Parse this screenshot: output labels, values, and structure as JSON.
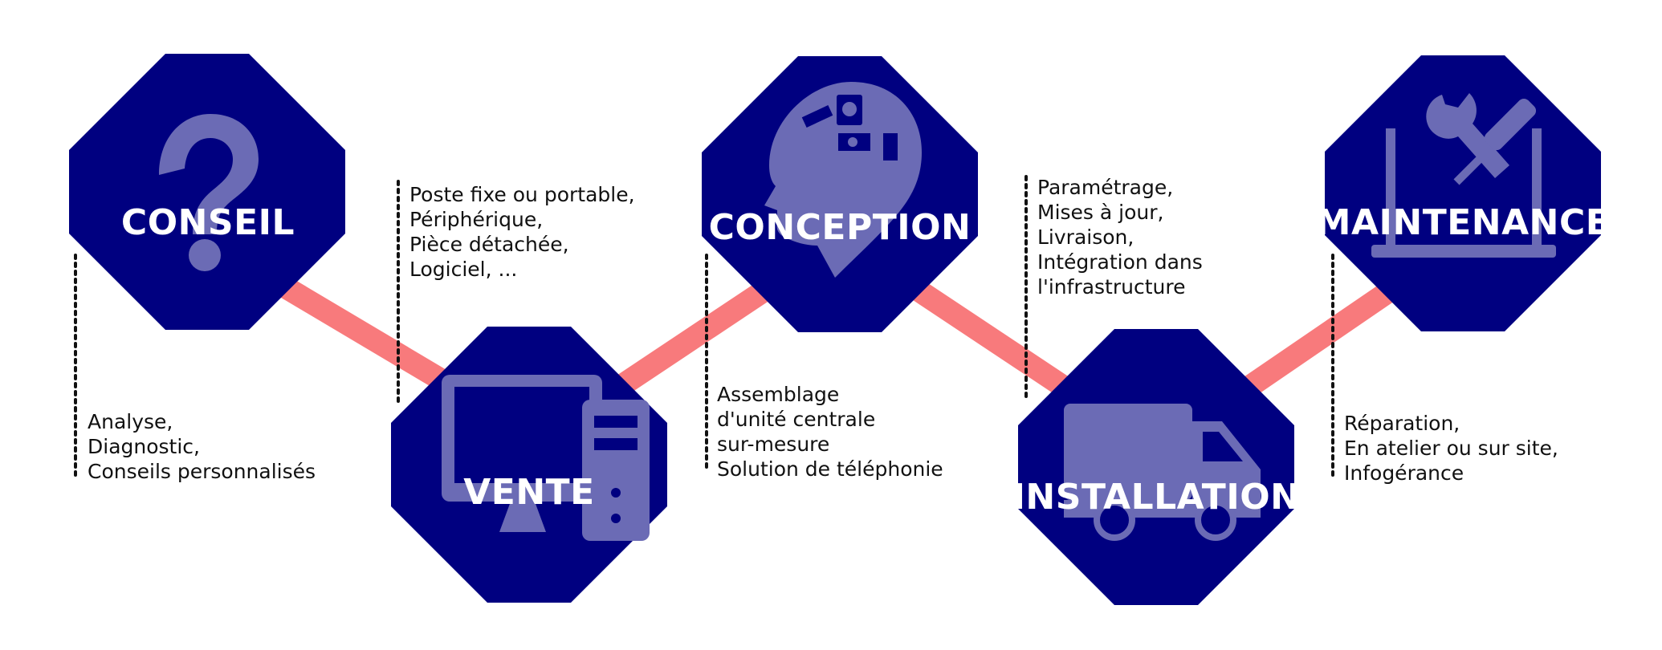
{
  "colors": {
    "octagon": "#000080",
    "icon": "#6B6BB5",
    "connector": "#F87A7C",
    "dotted": "#111111",
    "text": "#111111",
    "title": "#ffffff"
  },
  "steps": [
    {
      "title": "CONSEIL",
      "icon": "question-mark-icon",
      "description": [
        "Analyse,",
        "Diagnostic,",
        "Conseils personnalisés"
      ]
    },
    {
      "title": "VENTE",
      "icon": "desktop-computer-icon",
      "description": [
        "Poste fixe ou portable,",
        "Périphérique,",
        "Pièce détachée,",
        "Logiciel, ..."
      ]
    },
    {
      "title": "CONCEPTION",
      "icon": "brain-head-icon",
      "description": [
        "Assemblage",
        "d'unité centrale",
        "sur-mesure",
        "Solution de téléphonie"
      ]
    },
    {
      "title": "INSTALLATION",
      "icon": "delivery-truck-icon",
      "description": [
        "Paramétrage,",
        "Mises à jour,",
        "Livraison,",
        "Intégration dans",
        "l'infrastructure"
      ]
    },
    {
      "title": "MAINTENANCE",
      "icon": "laptop-tools-icon",
      "description": [
        "Réparation,",
        "En atelier ou sur site,",
        "Infogérance"
      ]
    }
  ]
}
